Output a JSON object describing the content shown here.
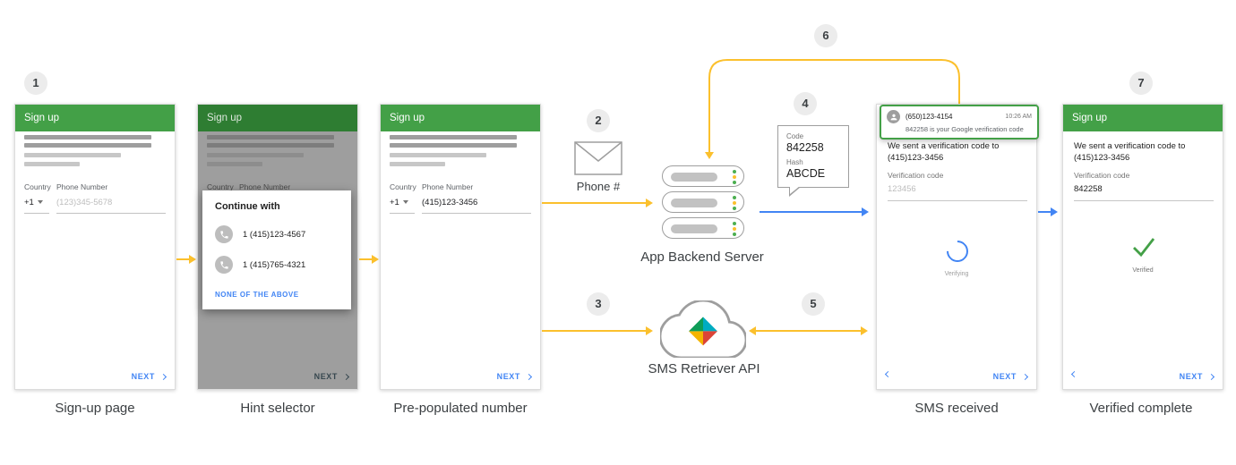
{
  "colors": {
    "green": "#43a047",
    "flow_yellow": "#fbc02d",
    "flow_blue": "#4285f4"
  },
  "badges": {
    "b1": "1",
    "b2": "2",
    "b3": "3",
    "b4": "4",
    "b5": "5",
    "b6": "6",
    "b7": "7"
  },
  "captions": {
    "signup": "Sign-up page",
    "hint": "Hint selector",
    "prepop": "Pre-populated number",
    "sms": "SMS received",
    "verified": "Verified complete"
  },
  "signup_phone": {
    "header": "Sign up",
    "country_label": "Country",
    "phone_label": "Phone Number",
    "country_value": "+1",
    "phone_placeholder": "(123)345-5678",
    "next_label": "NEXT"
  },
  "hint_phone": {
    "header": "Sign up",
    "country_label": "Country",
    "phone_label": "Phone Number",
    "dialog_title": "Continue with",
    "options": [
      "1 (415)123-4567",
      "1 (415)765-4321"
    ],
    "none_label": "NONE OF THE ABOVE",
    "next_label": "NEXT"
  },
  "prepop_phone": {
    "header": "Sign up",
    "country_label": "Country",
    "phone_label": "Phone Number",
    "country_value": "+1",
    "phone_value": "(415)123-3456",
    "next_label": "NEXT"
  },
  "flow": {
    "phone_number_label": "Phone #",
    "backend_label": "App Backend Server",
    "sms_api_label": "SMS Retriever API"
  },
  "code_bubble": {
    "code_label": "Code",
    "code_value": "842258",
    "hash_label": "Hash",
    "hash_value": "ABCDE"
  },
  "notification": {
    "sender": "(650)123-4154",
    "time": "10:26 AM",
    "message": "842258 is your Google verification code"
  },
  "sms_phone": {
    "sent_line1": "We sent a verification code to",
    "sent_line2": "(415)123-3456",
    "code_label": "Verification code",
    "code_placeholder": "123456",
    "verifying_label": "Verifying",
    "next_label": "NEXT"
  },
  "verified_phone": {
    "header": "Sign up",
    "sent_line1": "We sent a verification code to",
    "sent_line2": "(415)123-3456",
    "code_label": "Verification code",
    "code_value": "842258",
    "verified_label": "Verified",
    "next_label": "NEXT"
  }
}
